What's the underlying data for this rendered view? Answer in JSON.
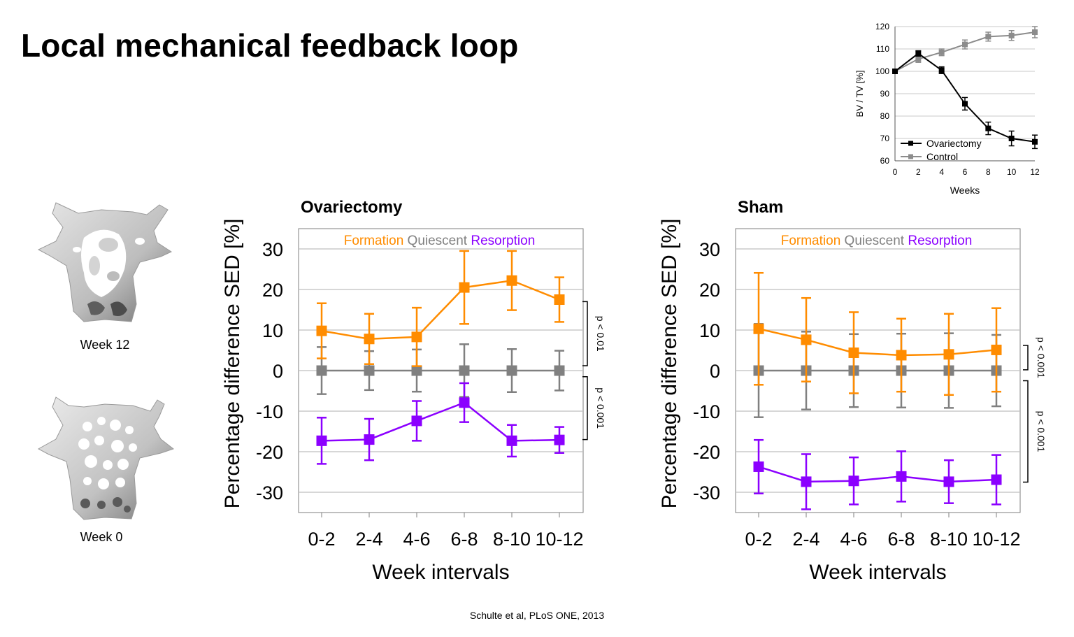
{
  "title": "Local mechanical feedback loop",
  "citation": "Schulte et al, PLoS ONE, 2013",
  "bone_labels": {
    "top": "Week 12",
    "bottom": "Week 0"
  },
  "colors": {
    "formation": "#ff8c00",
    "quiescent": "#808080",
    "resorption": "#8b00ff",
    "ovx": "#000000",
    "control": "#8c8c8c"
  },
  "chart_data": [
    {
      "type": "line",
      "title": "",
      "xlabel": "Weeks",
      "ylabel": "BV / TV [%]",
      "x": [
        0,
        2,
        4,
        6,
        8,
        10,
        12
      ],
      "xticks": [
        0,
        2,
        4,
        6,
        8,
        10,
        12
      ],
      "ylim": [
        60,
        120
      ],
      "yticks": [
        60,
        70,
        80,
        90,
        100,
        110,
        120
      ],
      "grid": true,
      "legend": "bottom-left",
      "series": [
        {
          "name": "Ovariectomy",
          "color": "#000000",
          "values": [
            100,
            108,
            100.5,
            85.5,
            74.5,
            70,
            68.5
          ],
          "errors": [
            0,
            1.2,
            1.5,
            2.8,
            2.8,
            3.3,
            3
          ]
        },
        {
          "name": "Control",
          "color": "#8c8c8c",
          "values": [
            100,
            105.5,
            108.5,
            112,
            115.5,
            116,
            117.5
          ],
          "errors": [
            0,
            1.5,
            1.5,
            2,
            2,
            2.2,
            2.5
          ]
        }
      ]
    },
    {
      "type": "line",
      "title": "Ovariectomy",
      "xlabel": "Week intervals",
      "ylabel": "Percentage difference SED [%]",
      "categories": [
        "0-2",
        "2-4",
        "4-6",
        "6-8",
        "8-10",
        "10-12"
      ],
      "ylim": [
        -35,
        35
      ],
      "yticks": [
        30,
        20,
        10,
        0,
        -10,
        -20,
        -30
      ],
      "grid": true,
      "legend_items": [
        "Formation",
        "Quiescent",
        "Resorption"
      ],
      "annotations": [
        "p < 0.01",
        "p < 0.001"
      ],
      "series": [
        {
          "name": "Formation",
          "color": "#ff8c00",
          "values": [
            9.8,
            7.8,
            8.3,
            20.5,
            22.2,
            17.5
          ],
          "errors": [
            6.8,
            6.2,
            7.2,
            9,
            7.3,
            5.5
          ]
        },
        {
          "name": "Quiescent",
          "color": "#808080",
          "values": [
            0,
            0,
            0,
            0,
            0,
            0
          ],
          "errors": [
            5.8,
            4.8,
            5.2,
            6.5,
            5.3,
            4.9
          ]
        },
        {
          "name": "Resorption",
          "color": "#8b00ff",
          "values": [
            -17.3,
            -17,
            -12.4,
            -7.9,
            -17.3,
            -17.1
          ],
          "errors": [
            5.7,
            5.1,
            4.9,
            4.8,
            3.9,
            3.2
          ]
        }
      ]
    },
    {
      "type": "line",
      "title": "Sham",
      "xlabel": "Week intervals",
      "ylabel": "Percentage difference SED [%]",
      "categories": [
        "0-2",
        "2-4",
        "4-6",
        "6-8",
        "8-10",
        "10-12"
      ],
      "ylim": [
        -35,
        35
      ],
      "yticks": [
        30,
        20,
        10,
        0,
        -10,
        -20,
        -30
      ],
      "grid": true,
      "legend_items": [
        "Formation",
        "Quiescent",
        "Resorption"
      ],
      "annotations": [
        "p < 0.001",
        "p < 0.001"
      ],
      "series": [
        {
          "name": "Formation",
          "color": "#ff8c00",
          "values": [
            10.3,
            7.6,
            4.4,
            3.8,
            4,
            5.1
          ],
          "errors": [
            13.8,
            10.3,
            10,
            9,
            10,
            10.3
          ]
        },
        {
          "name": "Quiescent",
          "color": "#808080",
          "values": [
            0,
            0,
            0,
            0,
            0,
            0
          ],
          "errors": [
            11.5,
            9.6,
            9,
            9.1,
            9.2,
            8.8
          ]
        },
        {
          "name": "Resorption",
          "color": "#8b00ff",
          "values": [
            -23.7,
            -27.4,
            -27.2,
            -26.1,
            -27.4,
            -26.9
          ],
          "errors": [
            6.6,
            6.8,
            5.8,
            6.2,
            5.3,
            6.1
          ]
        }
      ]
    }
  ]
}
